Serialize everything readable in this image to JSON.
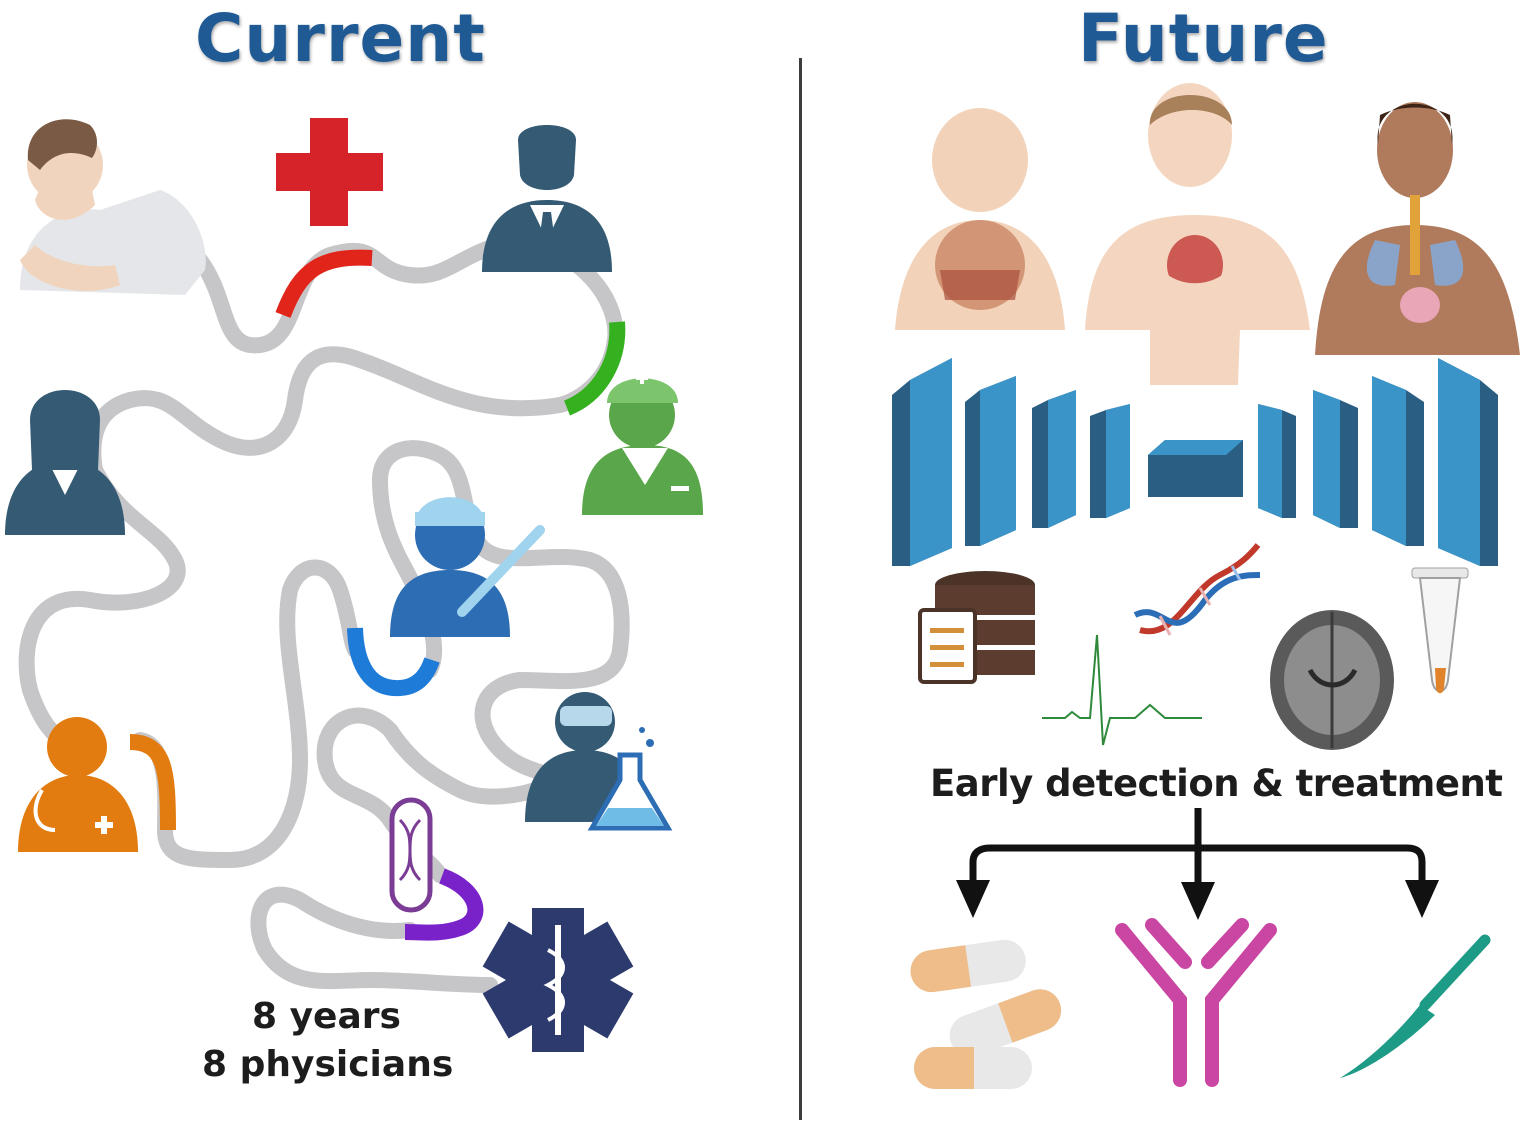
{
  "headings": {
    "left": "Current",
    "right": "Future"
  },
  "left_panel": {
    "caption_line1": "8 years",
    "caption_line2": "8 physicians"
  },
  "right_panel": {
    "caption": "Early detection & treatment"
  },
  "colors": {
    "heading": "#1f5a95",
    "path_gray": "#c6c6c8",
    "red": "#e1251b",
    "green": "#35b01f",
    "blue": "#1e7bd8",
    "orange": "#e37c10",
    "purple": "#7a22c9",
    "slate": "#345a74",
    "network_blue": "#3b94c8",
    "antibody": "#c946a2",
    "scalpel": "#1e9b87"
  }
}
